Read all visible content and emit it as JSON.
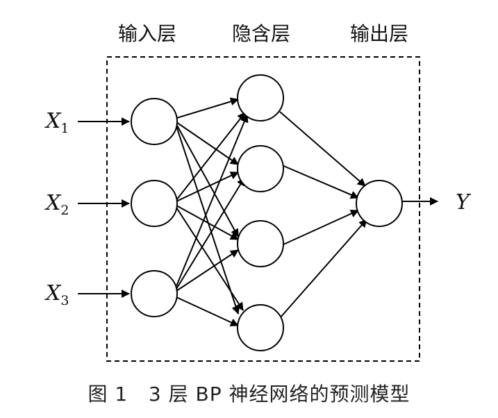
{
  "layers": {
    "input": "输入层",
    "hidden": "隐含层",
    "output": "输出层"
  },
  "inputs": [
    {
      "symbol": "X",
      "sub": "1"
    },
    {
      "symbol": "X",
      "sub": "2"
    },
    {
      "symbol": "X",
      "sub": "3"
    }
  ],
  "output": {
    "symbol": "Y"
  },
  "caption": "图 1   3 层 BP 神经网络的预测模型",
  "colors": {
    "stroke": "#000000",
    "text": "#111111",
    "background": "#ffffff"
  }
}
